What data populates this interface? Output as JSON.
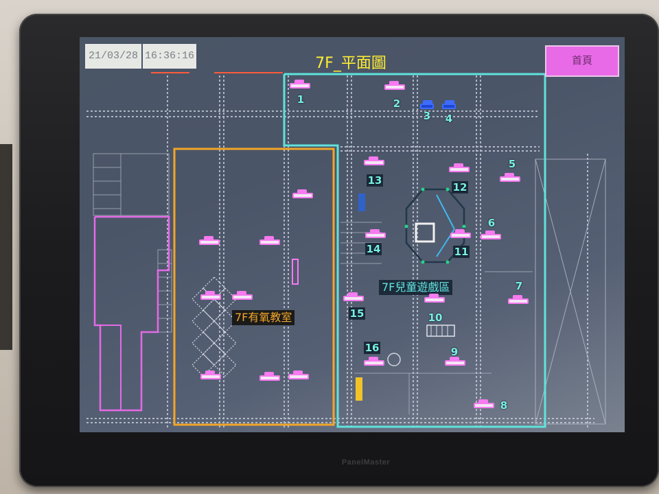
{
  "hmi": {
    "date": "21/03/28",
    "time": "16:36:16",
    "title": "7F_平面圖",
    "home_button": "首頁",
    "brand": "PanelMaster"
  },
  "zones": {
    "aerobic": {
      "label": "7F有氧教室",
      "color": "#f2a629"
    },
    "kids": {
      "label": "7F兒童遊戲區",
      "color": "#5fe3dc"
    },
    "side": {
      "color": "#e46be6"
    }
  },
  "units": [
    {
      "number": "1"
    },
    {
      "number": "2"
    },
    {
      "number": "3"
    },
    {
      "number": "4"
    },
    {
      "number": "5"
    },
    {
      "number": "6"
    },
    {
      "number": "7"
    },
    {
      "number": "8"
    },
    {
      "number": "9"
    },
    {
      "number": "10"
    },
    {
      "number": "11"
    },
    {
      "number": "12"
    },
    {
      "number": "13"
    },
    {
      "number": "14"
    },
    {
      "number": "15"
    },
    {
      "number": "16"
    }
  ],
  "colors": {
    "unit": "#f67af0",
    "unit_label": "#77f0e6",
    "title": "#ffee33",
    "home_button": "#e86ae6"
  }
}
